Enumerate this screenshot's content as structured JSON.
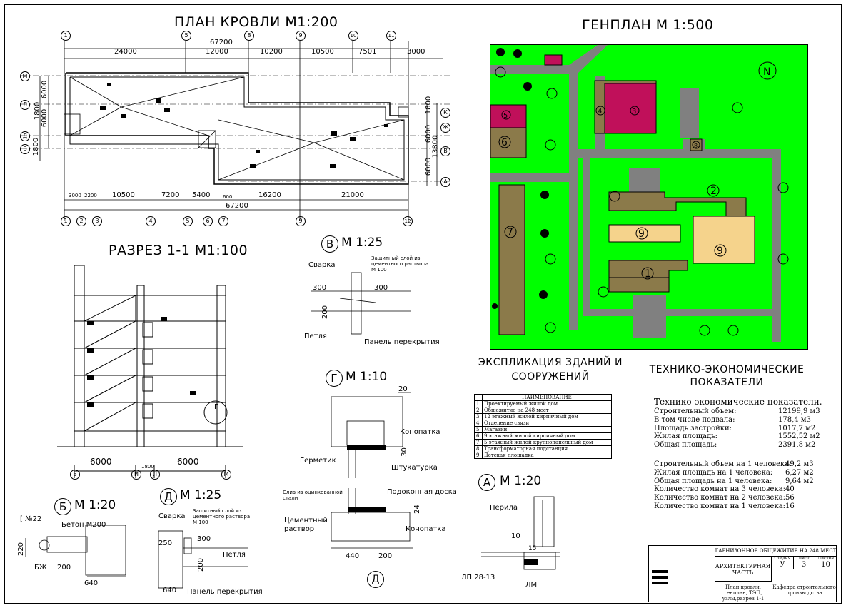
{
  "sheet": {
    "titles": {
      "roof_plan": "ПЛАН  КРОВЛИ М1:200",
      "section": "РАЗРЕЗ 1-1 М1:100",
      "site_plan": "ГЕНПЛАН  М 1:500",
      "explication": [
        "ЭКСПЛИКАЦИЯ ЗДАНИЙ И",
        "СООРУЖЕНИЙ"
      ],
      "tep": [
        "ТЕХНИКО-ЭКОНОМИЧЕСКИЕ",
        "ПОКАЗАТЕЛИ"
      ]
    },
    "roof_plan": {
      "axes_top": [
        "1",
        "5",
        "8",
        "9",
        "10",
        "11"
      ],
      "axes_bottom": [
        "1",
        "2",
        "3",
        "4",
        "5",
        "6",
        "7",
        "9",
        "12"
      ],
      "axes_left": [
        "М",
        "Л",
        "Д",
        "В"
      ],
      "axes_right": [
        "К",
        "Ж",
        "В",
        "А"
      ],
      "total_top": "67200",
      "dims_top": [
        "24000",
        "12000",
        "10200",
        "10500",
        "7501",
        "3000"
      ],
      "dims_bottom": [
        "10500",
        "7200",
        "5400",
        "16200",
        "21000"
      ],
      "dims_bottom_small": [
        "3000",
        "2200",
        "600"
      ],
      "total_bottom": "67200",
      "dims_left": [
        "6000",
        "1800",
        "6000",
        "1800"
      ],
      "dims_right": [
        "1800",
        "6000",
        "13800",
        "6000"
      ]
    },
    "section": {
      "dims_bottom": [
        "6000",
        "1800",
        "6000"
      ],
      "axes_bottom": [
        "В",
        "И",
        "Л",
        "М"
      ],
      "marker": "Г"
    },
    "detail_V": {
      "letter": "В",
      "scale": "М 1:25",
      "labels": [
        "Сварка",
        "Защитный слой из",
        "цементного раствора",
        "М 100",
        "Петля",
        "Панель перекрытия"
      ],
      "dims": [
        "300",
        "300",
        "200"
      ]
    },
    "detail_G": {
      "letter": "Г",
      "scale": "М 1:10",
      "labels": [
        "Конопатка",
        "Герметик",
        "Штукатурка",
        "Слив из оцинкованной",
        "стали",
        "Подоконная доска",
        "Цементный",
        "раствор",
        "Конопатка"
      ],
      "dims": [
        "20",
        "30",
        "24",
        "440",
        "200"
      ],
      "marker": "Д"
    },
    "detail_B": {
      "letter": "Б",
      "scale": "М 1:20",
      "labels": [
        "Бетон М200",
        "[ №22",
        "БЖ"
      ],
      "dims": [
        "220",
        "200",
        "640"
      ]
    },
    "detail_D": {
      "letter": "Д",
      "scale": "М 1:25",
      "labels": [
        "Сварка",
        "Защитный слой из",
        "цементного раствора",
        "М 100",
        "Петля",
        "Панель перекрытия"
      ],
      "dims": [
        "250",
        "300",
        "200",
        "640"
      ]
    },
    "detail_A": {
      "letter": "А",
      "scale": "М 1:20",
      "labels": [
        "Перила",
        "ЛП 28-13",
        "ЛМ"
      ],
      "dims": [
        "10",
        "15"
      ]
    },
    "site_plan": {
      "building_numbers": [
        "1",
        "2",
        "3",
        "4",
        "5",
        "6",
        "7",
        "8",
        "9",
        "9"
      ],
      "north": "N"
    },
    "explication_table": {
      "header": "НАИМЕНОВАНИЕ",
      "rows": [
        {
          "n": "1",
          "name": "Проектируемый жилой дом"
        },
        {
          "n": "2",
          "name": "Общежитие на 248 мест"
        },
        {
          "n": "3",
          "name": "12 этажный жилой кирпичный дом"
        },
        {
          "n": "4",
          "name": "Отделение связи"
        },
        {
          "n": "5",
          "name": "Магазин"
        },
        {
          "n": "6",
          "name": "9 этажный жилой кирпичный дом"
        },
        {
          "n": "7",
          "name": "5 этажный жилой крупнопанельный дом"
        },
        {
          "n": "8",
          "name": "Трансформаторная подстанция"
        },
        {
          "n": "9",
          "name": "Детская площадка"
        }
      ]
    },
    "tep": {
      "heading": "Технико-экономические показатели.",
      "rows1": [
        {
          "label": "Строительный объем:",
          "value": "12199,9 м3"
        },
        {
          "label": "В том числе подвала:",
          "value": "178,4 м3"
        },
        {
          "label": "Площадь застройки:",
          "value": "1017,7 м2"
        },
        {
          "label": "Жилая площадь:",
          "value": "1552,52 м2"
        },
        {
          "label": "Общая площадь:",
          "value": "2391,8 м2"
        }
      ],
      "rows2": [
        {
          "label": "Строительный объем на 1 человека:",
          "value": "49,2 м3"
        },
        {
          "label": "Жилая площадь на 1 человека:",
          "value": "6,27 м2"
        },
        {
          "label": "Общая площадь на 1 человека:",
          "value": "9,64 м2"
        },
        {
          "label": "Количество комнат на 3 человека:",
          "value": "40"
        },
        {
          "label": "Количество комнат на 2 человека:",
          "value": "56"
        },
        {
          "label": "Количество комнат на 1 человека:",
          "value": "16"
        }
      ]
    },
    "title_block": {
      "project": "ГАРНИЗОННОЕ ОБЩЕЖИТИЕ НА 248 МЕСТ",
      "part": "АРХИТЕКТУРНАЯ ЧАСТЬ",
      "stage_h": "Стадия",
      "sheet_h": "Лист",
      "sheets_h": "Листов",
      "stage": "У",
      "sheet": "3",
      "sheets": "10",
      "contents": "План кровли, генплан, ТЭП, узлы,разрез 1-1",
      "org": "Кафедра строительного производства"
    },
    "colors": {
      "green": "#00ff00",
      "road": "#808080",
      "brown": "#8b7a4a",
      "crimson": "#c0105a",
      "sand": "#f5d38c"
    }
  }
}
